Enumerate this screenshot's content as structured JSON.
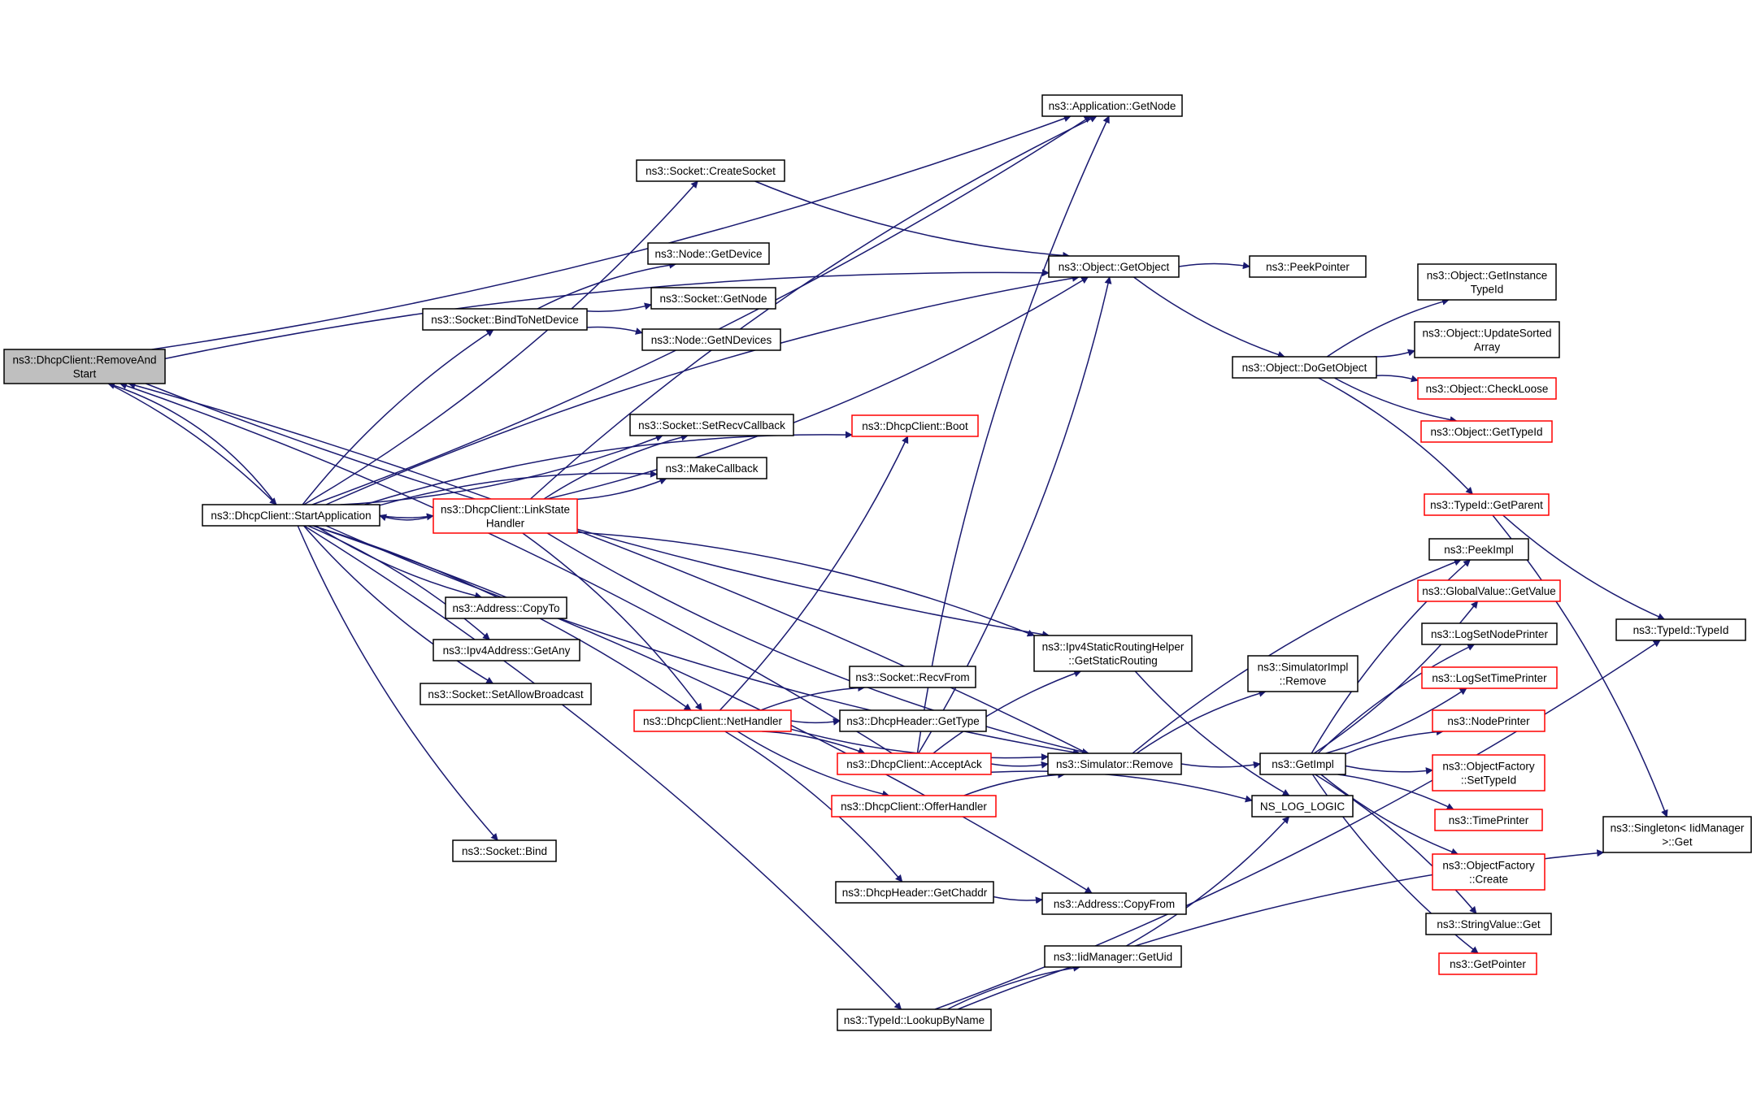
{
  "colors": {
    "edge": "#191970",
    "node_border": "#000000",
    "truncated_border": "#ff0000",
    "root_fill": "#bfbfbf",
    "node_fill": "#ffffff",
    "text": "#000000"
  },
  "nodes": [
    {
      "id": "n0",
      "lines": [
        "ns3::DhcpClient::RemoveAnd",
        "Start"
      ],
      "kind": "root"
    },
    {
      "id": "n1",
      "lines": [
        "ns3::DhcpClient::StartApplication"
      ],
      "kind": "normal"
    },
    {
      "id": "n2",
      "lines": [
        "ns3::Application::GetNode"
      ],
      "kind": "normal"
    },
    {
      "id": "n3",
      "lines": [
        "ns3::Object::GetObject"
      ],
      "kind": "normal"
    },
    {
      "id": "n4",
      "lines": [
        "ns3::Ipv4StaticRoutingHelper",
        "::GetStaticRouting"
      ],
      "kind": "normal"
    },
    {
      "id": "n5",
      "lines": [
        "ns3::Simulator::Remove"
      ],
      "kind": "normal"
    },
    {
      "id": "n6",
      "lines": [
        "ns3::Socket::CreateSocket"
      ],
      "kind": "normal"
    },
    {
      "id": "n7",
      "lines": [
        "ns3::Node::GetDevice"
      ],
      "kind": "normal"
    },
    {
      "id": "n8",
      "lines": [
        "ns3::Socket::BindToNetDevice"
      ],
      "kind": "normal"
    },
    {
      "id": "n9",
      "lines": [
        "ns3::Socket::GetNode"
      ],
      "kind": "normal"
    },
    {
      "id": "n10",
      "lines": [
        "ns3::Node::GetNDevices"
      ],
      "kind": "normal"
    },
    {
      "id": "n11",
      "lines": [
        "ns3::Socket::SetRecvCallback"
      ],
      "kind": "normal"
    },
    {
      "id": "n12",
      "lines": [
        "ns3::MakeCallback"
      ],
      "kind": "normal"
    },
    {
      "id": "n13",
      "lines": [
        "ns3::DhcpClient::LinkState",
        "Handler"
      ],
      "kind": "truncated"
    },
    {
      "id": "n14",
      "lines": [
        "ns3::DhcpClient::Boot"
      ],
      "kind": "truncated"
    },
    {
      "id": "n15",
      "lines": [
        "ns3::Address::CopyTo"
      ],
      "kind": "normal"
    },
    {
      "id": "n16",
      "lines": [
        "ns3::Ipv4Address::GetAny"
      ],
      "kind": "normal"
    },
    {
      "id": "n17",
      "lines": [
        "ns3::Socket::SetAllowBroadcast"
      ],
      "kind": "normal"
    },
    {
      "id": "n18",
      "lines": [
        "ns3::DhcpClient::NetHandler"
      ],
      "kind": "truncated"
    },
    {
      "id": "n19",
      "lines": [
        "ns3::Socket::Bind"
      ],
      "kind": "normal"
    },
    {
      "id": "n20",
      "lines": [
        "ns3::TypeId::LookupByName"
      ],
      "kind": "normal"
    },
    {
      "id": "n21",
      "lines": [
        "ns3::Socket::RecvFrom"
      ],
      "kind": "normal"
    },
    {
      "id": "n22",
      "lines": [
        "ns3::DhcpHeader::GetType"
      ],
      "kind": "normal"
    },
    {
      "id": "n23",
      "lines": [
        "ns3::DhcpClient::AcceptAck"
      ],
      "kind": "truncated"
    },
    {
      "id": "n24",
      "lines": [
        "ns3::DhcpClient::OfferHandler"
      ],
      "kind": "truncated"
    },
    {
      "id": "n25",
      "lines": [
        "ns3::DhcpHeader::GetChaddr"
      ],
      "kind": "normal"
    },
    {
      "id": "n26",
      "lines": [
        "ns3::Address::CopyFrom"
      ],
      "kind": "normal"
    },
    {
      "id": "n27",
      "lines": [
        "ns3::IidManager::GetUid"
      ],
      "kind": "normal"
    },
    {
      "id": "n28",
      "lines": [
        "ns3::PeekPointer"
      ],
      "kind": "normal"
    },
    {
      "id": "n29",
      "lines": [
        "ns3::Object::DoGetObject"
      ],
      "kind": "normal"
    },
    {
      "id": "n30",
      "lines": [
        "ns3::SimulatorImpl",
        "::Remove"
      ],
      "kind": "normal"
    },
    {
      "id": "n31",
      "lines": [
        "ns3::GetImpl"
      ],
      "kind": "normal"
    },
    {
      "id": "n32",
      "lines": [
        "NS_LOG_LOGIC"
      ],
      "kind": "normal"
    },
    {
      "id": "n33",
      "lines": [
        "ns3::Object::GetInstance",
        "TypeId"
      ],
      "kind": "normal"
    },
    {
      "id": "n34",
      "lines": [
        "ns3::Object::UpdateSorted",
        "Array"
      ],
      "kind": "normal"
    },
    {
      "id": "n35",
      "lines": [
        "ns3::Object::CheckLoose"
      ],
      "kind": "truncated"
    },
    {
      "id": "n36",
      "lines": [
        "ns3::Object::GetTypeId"
      ],
      "kind": "truncated"
    },
    {
      "id": "n37",
      "lines": [
        "ns3::TypeId::GetParent"
      ],
      "kind": "truncated"
    },
    {
      "id": "n38",
      "lines": [
        "ns3::PeekImpl"
      ],
      "kind": "normal"
    },
    {
      "id": "n39",
      "lines": [
        "ns3::GlobalValue::GetValue"
      ],
      "kind": "truncated"
    },
    {
      "id": "n40",
      "lines": [
        "ns3::LogSetNodePrinter"
      ],
      "kind": "normal"
    },
    {
      "id": "n41",
      "lines": [
        "ns3::LogSetTimePrinter"
      ],
      "kind": "truncated"
    },
    {
      "id": "n42",
      "lines": [
        "ns3::NodePrinter"
      ],
      "kind": "truncated"
    },
    {
      "id": "n43",
      "lines": [
        "ns3::ObjectFactory",
        "::SetTypeId"
      ],
      "kind": "truncated"
    },
    {
      "id": "n44",
      "lines": [
        "ns3::TimePrinter"
      ],
      "kind": "truncated"
    },
    {
      "id": "n45",
      "lines": [
        "ns3::ObjectFactory",
        "::Create"
      ],
      "kind": "truncated"
    },
    {
      "id": "n46",
      "lines": [
        "ns3::StringValue::Get"
      ],
      "kind": "normal"
    },
    {
      "id": "n47",
      "lines": [
        "ns3::GetPointer"
      ],
      "kind": "truncated"
    },
    {
      "id": "n48",
      "lines": [
        "ns3::TypeId::TypeId"
      ],
      "kind": "normal"
    },
    {
      "id": "n49",
      "lines": [
        "ns3::Singleton< IidManager",
        " >::Get"
      ],
      "kind": "normal"
    }
  ],
  "edges": [
    {
      "from": "n0",
      "to": "n1"
    },
    {
      "from": "n0",
      "to": "n2"
    },
    {
      "from": "n0",
      "to": "n3"
    },
    {
      "from": "n0",
      "to": "n4"
    },
    {
      "from": "n1",
      "to": "n0"
    },
    {
      "from": "n1",
      "to": "n2"
    },
    {
      "from": "n1",
      "to": "n3"
    },
    {
      "from": "n1",
      "to": "n6"
    },
    {
      "from": "n1",
      "to": "n8"
    },
    {
      "from": "n1",
      "to": "n11"
    },
    {
      "from": "n1",
      "to": "n12"
    },
    {
      "from": "n1",
      "to": "n13"
    },
    {
      "from": "n1",
      "to": "n14"
    },
    {
      "from": "n1",
      "to": "n15"
    },
    {
      "from": "n1",
      "to": "n16"
    },
    {
      "from": "n1",
      "to": "n17"
    },
    {
      "from": "n1",
      "to": "n18"
    },
    {
      "from": "n1",
      "to": "n19"
    },
    {
      "from": "n1",
      "to": "n20"
    },
    {
      "from": "n1",
      "to": "n5"
    },
    {
      "from": "n1",
      "to": "n26"
    },
    {
      "from": "n6",
      "to": "n3"
    },
    {
      "from": "n8",
      "to": "n7"
    },
    {
      "from": "n8",
      "to": "n9"
    },
    {
      "from": "n8",
      "to": "n10"
    },
    {
      "from": "n13",
      "to": "n1"
    },
    {
      "from": "n13",
      "to": "n2"
    },
    {
      "from": "n13",
      "to": "n3"
    },
    {
      "from": "n13",
      "to": "n11"
    },
    {
      "from": "n13",
      "to": "n12"
    },
    {
      "from": "n13",
      "to": "n4"
    },
    {
      "from": "n13",
      "to": "n5"
    },
    {
      "from": "n13",
      "to": "n18"
    },
    {
      "from": "n18",
      "to": "n14"
    },
    {
      "from": "n18",
      "to": "n21"
    },
    {
      "from": "n18",
      "to": "n22"
    },
    {
      "from": "n18",
      "to": "n23"
    },
    {
      "from": "n18",
      "to": "n24"
    },
    {
      "from": "n18",
      "to": "n25"
    },
    {
      "from": "n18",
      "to": "n5"
    },
    {
      "from": "n23",
      "to": "n2"
    },
    {
      "from": "n23",
      "to": "n3"
    },
    {
      "from": "n23",
      "to": "n4"
    },
    {
      "from": "n23",
      "to": "n5"
    },
    {
      "from": "n23",
      "to": "n32"
    },
    {
      "from": "n23",
      "to": "n0"
    },
    {
      "from": "n24",
      "to": "n5"
    },
    {
      "from": "n25",
      "to": "n26"
    },
    {
      "from": "n3",
      "to": "n28"
    },
    {
      "from": "n3",
      "to": "n29"
    },
    {
      "from": "n29",
      "to": "n33"
    },
    {
      "from": "n29",
      "to": "n34"
    },
    {
      "from": "n29",
      "to": "n35"
    },
    {
      "from": "n29",
      "to": "n36"
    },
    {
      "from": "n29",
      "to": "n37"
    },
    {
      "from": "n37",
      "to": "n48"
    },
    {
      "from": "n37",
      "to": "n49"
    },
    {
      "from": "n4",
      "to": "n32"
    },
    {
      "from": "n5",
      "to": "n30"
    },
    {
      "from": "n5",
      "to": "n31"
    },
    {
      "from": "n5",
      "to": "n38"
    },
    {
      "from": "n5",
      "to": "n0"
    },
    {
      "from": "n31",
      "to": "n38"
    },
    {
      "from": "n31",
      "to": "n39"
    },
    {
      "from": "n31",
      "to": "n40"
    },
    {
      "from": "n31",
      "to": "n41"
    },
    {
      "from": "n31",
      "to": "n42"
    },
    {
      "from": "n31",
      "to": "n43"
    },
    {
      "from": "n31",
      "to": "n44"
    },
    {
      "from": "n31",
      "to": "n45"
    },
    {
      "from": "n31",
      "to": "n46"
    },
    {
      "from": "n31",
      "to": "n47"
    },
    {
      "from": "n20",
      "to": "n27"
    },
    {
      "from": "n20",
      "to": "n48"
    },
    {
      "from": "n20",
      "to": "n49"
    },
    {
      "from": "n27",
      "to": "n32"
    }
  ]
}
